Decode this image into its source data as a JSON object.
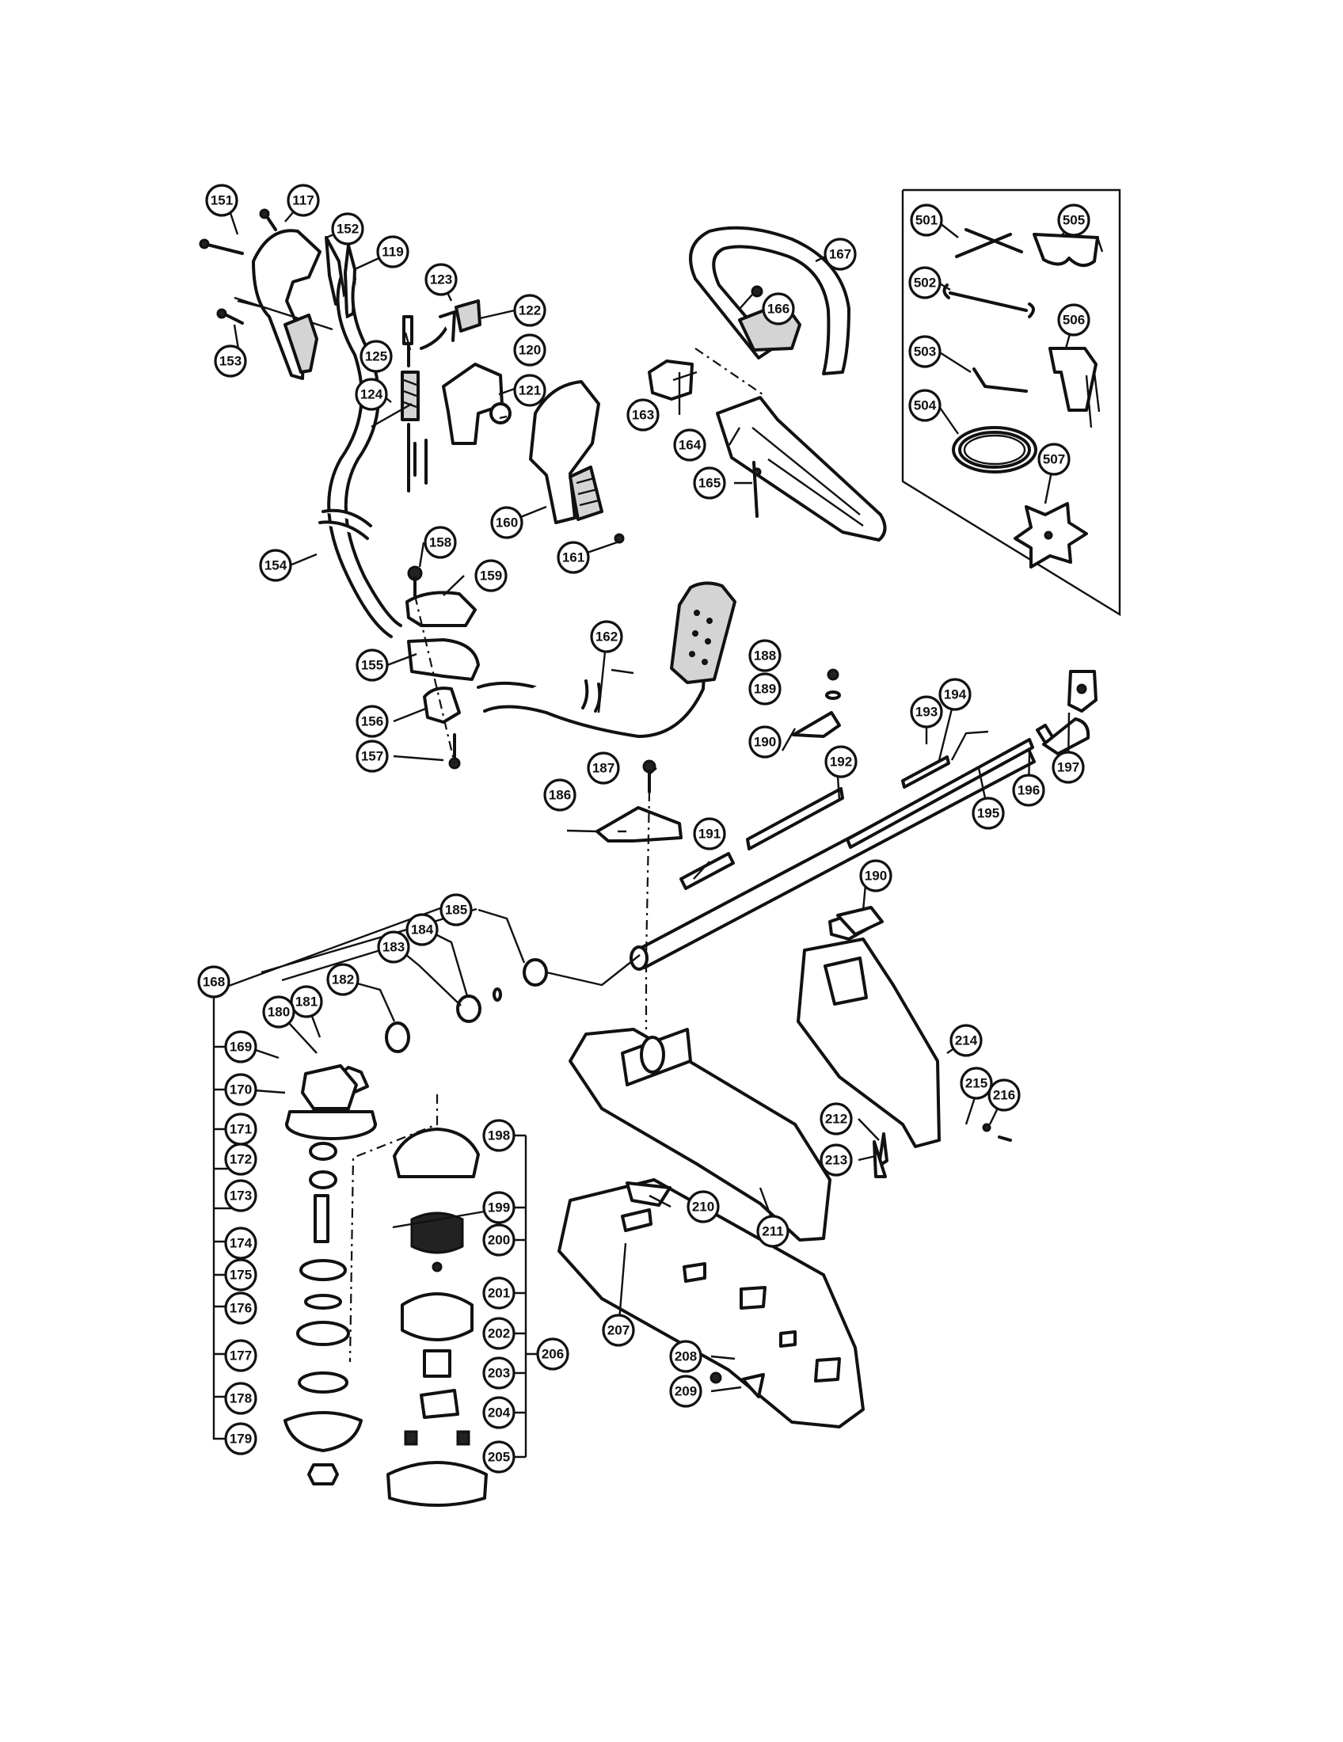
{
  "callouts": {
    "p117": "117",
    "p119": "119",
    "p120": "120",
    "p121": "121",
    "p122": "122",
    "p123": "123",
    "p124": "124",
    "p125": "125",
    "p151": "151",
    "p152": "152",
    "p153": "153",
    "p154": "154",
    "p155": "155",
    "p156": "156",
    "p157": "157",
    "p158": "158",
    "p159": "159",
    "p160": "160",
    "p161": "161",
    "p162": "162",
    "p163": "163",
    "p164": "164",
    "p165": "165",
    "p166": "166",
    "p167": "167",
    "p168": "168",
    "p169": "169",
    "p170": "170",
    "p171": "171",
    "p172": "172",
    "p173": "173",
    "p174": "174",
    "p175": "175",
    "p176": "176",
    "p177": "177",
    "p178": "178",
    "p179": "179",
    "p180": "180",
    "p181": "181",
    "p182": "182",
    "p183": "183",
    "p184": "184",
    "p185": "185",
    "p186": "186",
    "p187": "187",
    "p188": "188",
    "p189": "189",
    "p190a": "190",
    "p190b": "190",
    "p191": "191",
    "p192": "192",
    "p193": "193",
    "p194": "194",
    "p195": "195",
    "p196": "196",
    "p197": "197",
    "p198": "198",
    "p199": "199",
    "p200": "200",
    "p201": "201",
    "p202": "202",
    "p203": "203",
    "p204": "204",
    "p205": "205",
    "p206": "206",
    "p207": "207",
    "p208": "208",
    "p209": "209",
    "p210": "210",
    "p211": "211",
    "p212": "212",
    "p213": "213",
    "p214": "214",
    "p215": "215",
    "p216": "216",
    "p501": "501",
    "p502": "502",
    "p503": "503",
    "p504": "504",
    "p505": "505",
    "p506": "506",
    "p507": "507"
  }
}
